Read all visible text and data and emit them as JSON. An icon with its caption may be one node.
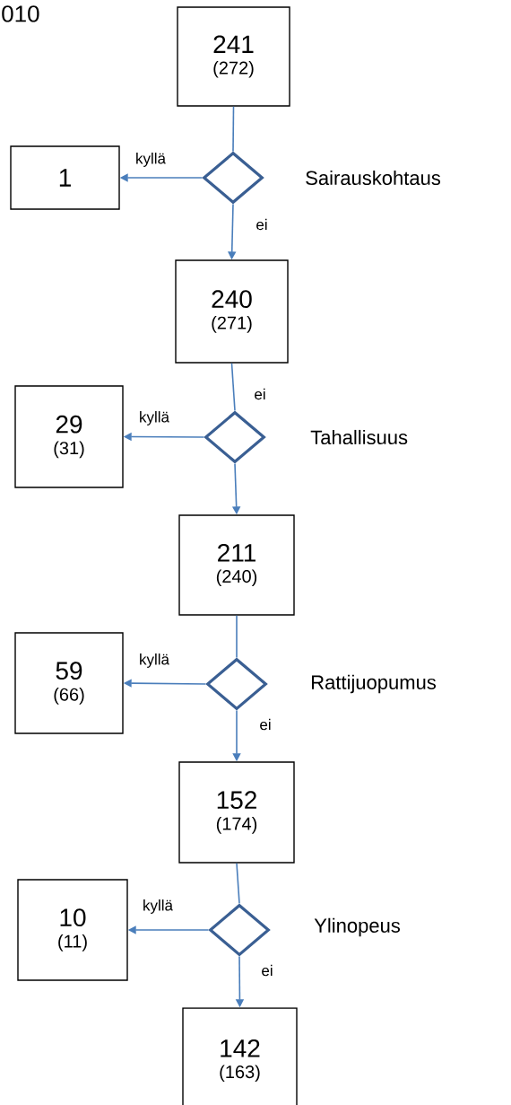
{
  "diagram": {
    "nodes": [
      {
        "text": [
          "241",
          "(272)"
        ]
      },
      {
        "text": [
          "1"
        ]
      },
      {
        "text": [],
        "shape": "diamond",
        "beside": [
          "Sairauskohtaus"
        ]
      },
      {
        "text": [
          "240",
          "(271)"
        ]
      },
      {
        "text": [
          "29",
          "(31)"
        ]
      },
      {
        "text": [],
        "shape": "diamond",
        "beside": [
          "Tahallisuus"
        ]
      },
      {
        "text": [
          "211",
          "(240)"
        ]
      },
      {
        "text": [
          "59",
          "(66)"
        ]
      },
      {
        "text": [],
        "shape": "diamond",
        "beside": [
          "Rattijuopumus"
        ]
      },
      {
        "text": [
          "152",
          "(174)"
        ]
      },
      {
        "text": [
          "10",
          "(11)"
        ]
      },
      {
        "text": [],
        "shape": "diamond",
        "beside": [
          "Ylinopeus"
        ]
      },
      {
        "text": [
          "142",
          "(163)"
        ]
      }
    ],
    "edges": [
      {
        "from": 0,
        "to": 2,
        "arrow": "none"
      },
      {
        "from": 2,
        "to": 1,
        "arrow": "to",
        "label": "kyllä"
      },
      {
        "from": 2,
        "to": 3,
        "arrow": "to",
        "label": "ei"
      },
      {
        "from": 3,
        "to": 5,
        "arrow": "none",
        "label": "ei"
      },
      {
        "from": 5,
        "to": 4,
        "arrow": "to",
        "label": "kyllä"
      },
      {
        "from": 5,
        "to": 6,
        "arrow": "to"
      },
      {
        "from": 6,
        "to": 8,
        "arrow": "none"
      },
      {
        "from": 8,
        "to": 7,
        "arrow": "to",
        "label": "kyllä"
      },
      {
        "from": 8,
        "to": 9,
        "arrow": "to",
        "label": "ei"
      },
      {
        "from": 9,
        "to": 11,
        "arrow": "none"
      },
      {
        "from": 11,
        "to": 10,
        "arrow": "to",
        "label": "kyllä"
      },
      {
        "from": 11,
        "to": 12,
        "arrow": "to",
        "label": "ei"
      }
    ],
    "labels": [
      "010"
    ]
  }
}
